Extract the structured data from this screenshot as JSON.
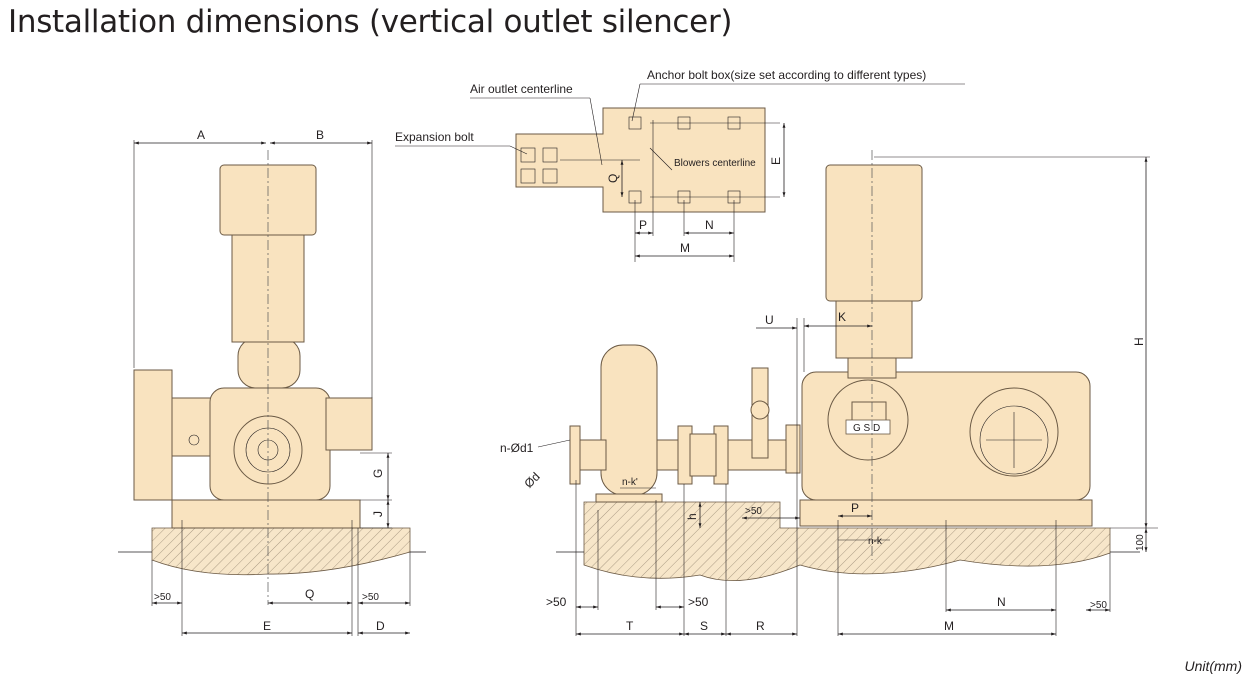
{
  "title": "Installation dimensions (vertical outlet silencer)",
  "unit_label": "Unit(mm)",
  "plan_view": {
    "anchor_bolt_box": "Anchor bolt box(size set according to different types)",
    "air_outlet_centerline": "Air outlet centerline",
    "expansion_bolt": "Expansion bolt",
    "blowers_centerline": "Blowers centerline",
    "dims": {
      "Q": "Q",
      "P": "P",
      "N": "N",
      "M": "M",
      "E": "E"
    }
  },
  "front_view": {
    "dims": {
      "A": "A",
      "B": "B",
      "G": "G",
      "J": "J",
      "Q": "Q",
      "E": "E",
      "D": "D",
      "gt50_left": ">50",
      "gt50_right": ">50"
    }
  },
  "side_view": {
    "gsd": "G S D",
    "dims": {
      "n_od1": "n-Ød1",
      "od": "Ød",
      "n_k_prime": "n-k'",
      "h": "h",
      "U": "U",
      "K": "K",
      "H": "H",
      "gt50_mid": ">50",
      "P": "P",
      "n_k": "n-k",
      "h100": "100",
      "gt50_a": ">50",
      "gt50_b": ">50",
      "gt50_right": ">50",
      "N": "N",
      "T": "T",
      "S": "S",
      "R": "R",
      "M": "M"
    }
  },
  "colors": {
    "machine_fill": "#f9e3bf",
    "outline": "#6b5a45",
    "line": "#231f20"
  }
}
